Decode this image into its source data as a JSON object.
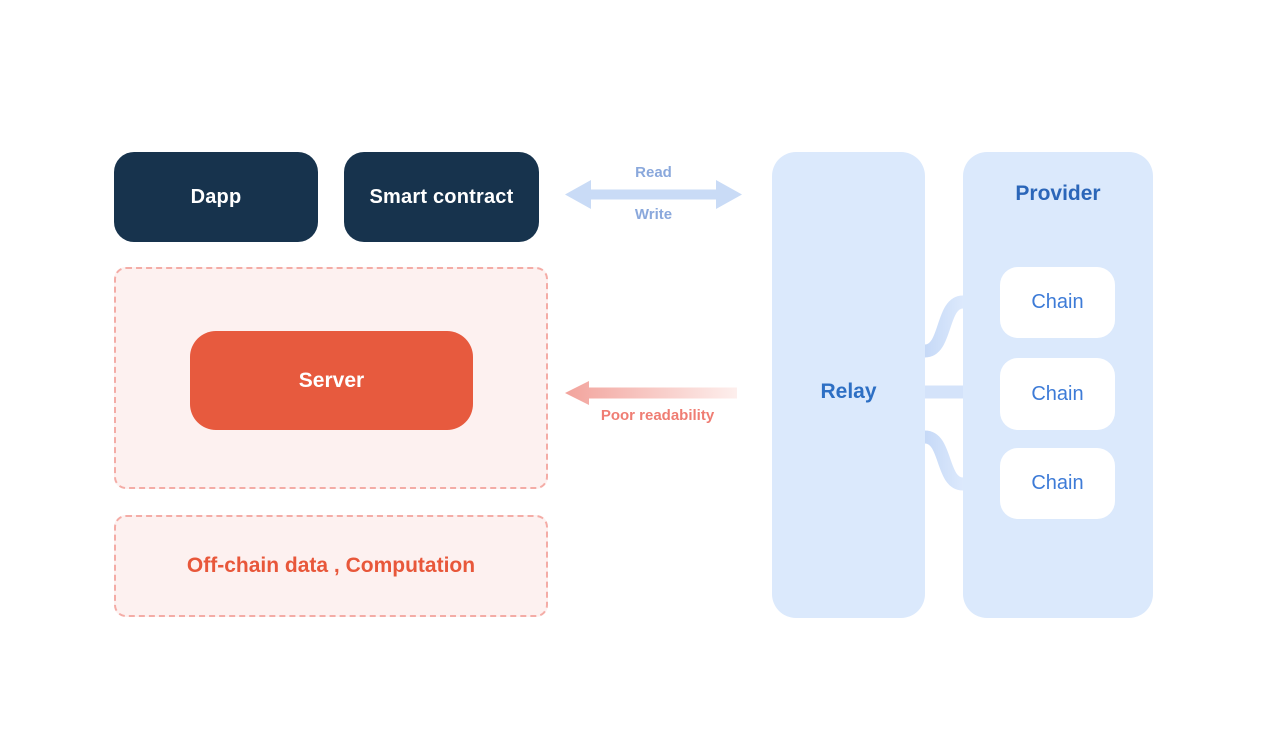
{
  "nodes": {
    "dapp": {
      "label": "Dapp"
    },
    "smart_contract": {
      "label": "Smart contract"
    },
    "server": {
      "label": "Server"
    },
    "off_chain": {
      "label": "Off-chain data , Computation"
    },
    "relay": {
      "label": "Relay"
    },
    "provider": {
      "label": "Provider"
    },
    "chains": [
      {
        "label": "Chain"
      },
      {
        "label": "Chain"
      },
      {
        "label": "Chain"
      }
    ]
  },
  "arrows": {
    "read_write": {
      "read_label": "Read",
      "write_label": "Write"
    },
    "poor_readability": {
      "label": "Poor readability"
    }
  },
  "colors": {
    "canvas_bg": "#FFFFFF",
    "navy_node_bg": "#17334D",
    "server_bg": "#E75A3E",
    "dashed_border": "#F4ACA6",
    "dashed_bg": "#FDF1F0",
    "off_chain_text": "#E8573A",
    "column_bg": "#DBE9FC",
    "relay_text": "#2D6FC4",
    "provider_text": "#2B66B9",
    "chain_bg": "#FFFFFF",
    "chain_text": "#3D7BD7",
    "rw_arrow": "#C9DBF6",
    "rw_label": "#8AA8DC",
    "poor_label": "#EF7D73",
    "pipe_start": "#C6D9F7",
    "pipe_end": "#DCE9FC"
  }
}
